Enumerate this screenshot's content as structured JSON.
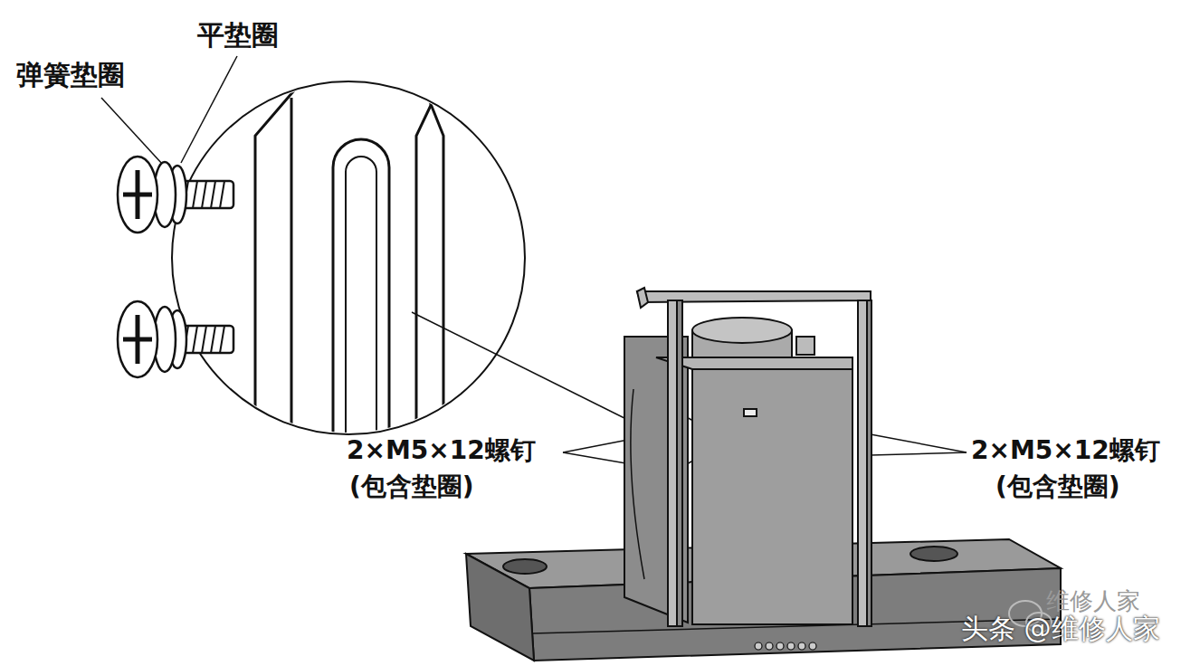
{
  "diagram": {
    "labels": [
      "弹簧垫圈",
      "平垫圈",
      "2×M5×12螺钉",
      "(包含垫圈)",
      "2×M5×12螺钉",
      "(包含垫圈)",
      "维修人家",
      "头条 @维修人家"
    ]
  }
}
